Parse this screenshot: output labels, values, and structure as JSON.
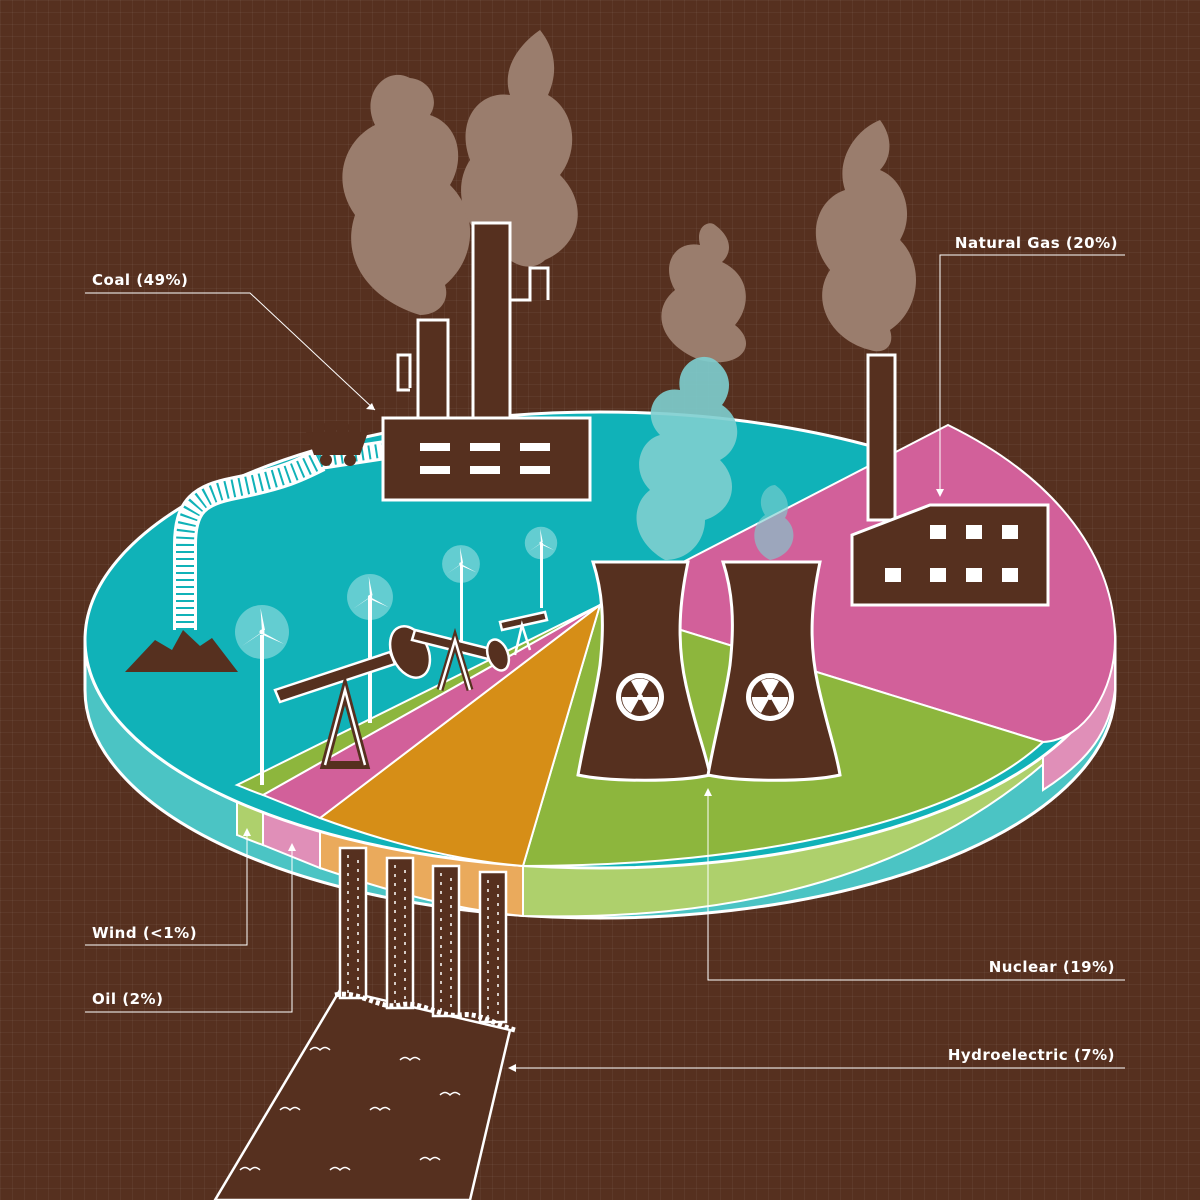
{
  "chart_data": {
    "type": "pie",
    "style": "3d-isometric",
    "slices": [
      {
        "label": "Coal (49%)",
        "value": 49,
        "color": "#10b2b8",
        "side_color": "#4bc4c4",
        "icon": "coal-factory-icon"
      },
      {
        "label": "Natural Gas (20%)",
        "value": 20,
        "color": "#d2609a",
        "side_color": "#e08fb8",
        "icon": "gas-plant-icon"
      },
      {
        "label": "Nuclear (19%)",
        "value": 19,
        "color": "#8db63d",
        "side_color": "#aed06c",
        "icon": "cooling-tower-icon"
      },
      {
        "label": "Hydroelectric (7%)",
        "value": 7,
        "color": "#d68e17",
        "side_color": "#eaaa5c",
        "icon": "dam-waterfall-icon"
      },
      {
        "label": "Oil (2%)",
        "value": 2,
        "color": "#d2609a",
        "side_color": "#e08fb8",
        "icon": "pumpjack-icon"
      },
      {
        "label": "Wind (<1%)",
        "value": 0.7,
        "color": "#8db63d",
        "side_color": "#aed06c",
        "icon": "wind-turbine-icon"
      }
    ]
  },
  "colors": {
    "background": "#56301f",
    "icon_brown": "#56301f",
    "outline": "#ffffff",
    "smoke": "#9a7d6d",
    "steam": "#7ecfd0"
  }
}
